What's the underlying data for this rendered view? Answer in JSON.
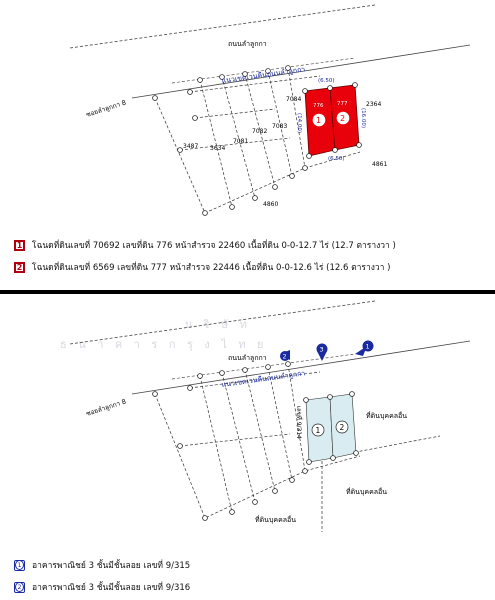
{
  "top_map": {
    "road_top": "ถนนลำลูกกา",
    "road_reserve": "แนวเขตเวนคืนถนนลำลูกกา",
    "soi": "ซอยลำลูกกา 8",
    "parcel_numbers": [
      "3487",
      "3634",
      "7081",
      "7082",
      "7083",
      "7084",
      "4860",
      "4861",
      "2364"
    ],
    "deed_labels": [
      "776",
      "777"
    ],
    "plot_markers": [
      "1",
      "2"
    ],
    "dimensions": [
      "(6.50)",
      "(14.00)",
      "(16.00)",
      "(6.50)"
    ],
    "highlight_color": "#e8000a"
  },
  "top_legend": [
    {
      "marker": "1",
      "text": "โฉนดที่ดินเลขที่ 70692 เลขที่ดิน 776 หน้าสำรวจ 22460  เนื้อที่ดิน 0-0-12.7 ไร่ (12.7 ตารางวา )"
    },
    {
      "marker": "2",
      "text": "โฉนดที่ดินเลขที่ 6569 เลขที่ดิน 777 หน้าสำรวจ 22446 เนื้อที่ดิน 0-0-12.6 ไร่ (12.6 ตารางวา )"
    }
  ],
  "bottom_map": {
    "road_top": "ถนนลำลูกกา",
    "road_reserve": "แนวเขตเวนคืนถนนลำลูกกา",
    "soi": "ซอยลำลูกกา 8",
    "house_number": "เลขที่ 9/314",
    "other_owner": [
      "ที่ดินบุคคลอื่น",
      "ที่ดินบุคคลอื่น",
      "ที่ดินบุคคลอื่น"
    ],
    "plot_markers": [
      "1",
      "2"
    ],
    "view_markers": [
      "2",
      "3",
      "1"
    ],
    "watermark": [
      "บ ริ ษั ท",
      "ธ น า ค า ร ก รุ ง ไ ท ย"
    ],
    "fill_color": "#d8ecf2"
  },
  "bottom_legend": [
    {
      "marker": "1",
      "text": "อาคารพาณิชย์ 3 ชั้นมีชั้นลอย เลขที่ 9/315"
    },
    {
      "marker": "2",
      "text": "อาคารพาณิชย์ 3 ชั้นมีชั้นลอย เลขที่ 9/316"
    }
  ]
}
